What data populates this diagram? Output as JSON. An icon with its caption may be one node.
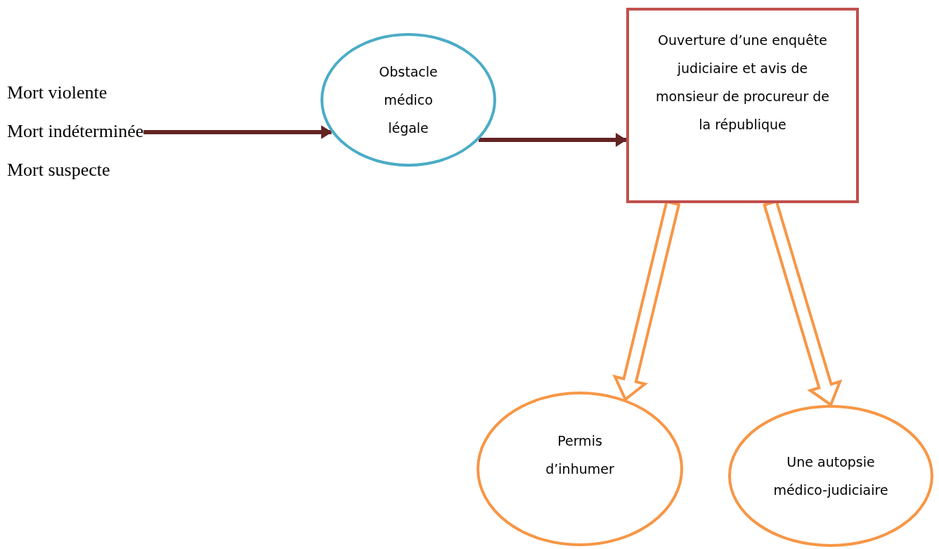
{
  "diagram": {
    "nodes": [
      {
        "text": [
          "Mort violente",
          "Mort indéterminée",
          "Mort suspecte"
        ]
      },
      {
        "text": [
          "Obstacle médico légale"
        ]
      },
      {
        "text": [
          "Ouverture d’une enquête judiciaire et avis de monsieur de procureur de la république"
        ]
      },
      {
        "text": [
          "Permis d’inhumer"
        ]
      },
      {
        "text": [
          "Une autopsie médico-judiciaire"
        ]
      }
    ],
    "edges": [
      {
        "from": 0,
        "to": 1,
        "arrow": "to",
        "color": "#632423"
      },
      {
        "from": 1,
        "to": 2,
        "arrow": "to",
        "color": "#632423"
      },
      {
        "from": 2,
        "to": 3,
        "arrow": "to",
        "style": "thick",
        "color": "#f79646"
      },
      {
        "from": 2,
        "to": 4,
        "arrow": "to",
        "style": "thick",
        "color": "#f79646"
      }
    ]
  }
}
